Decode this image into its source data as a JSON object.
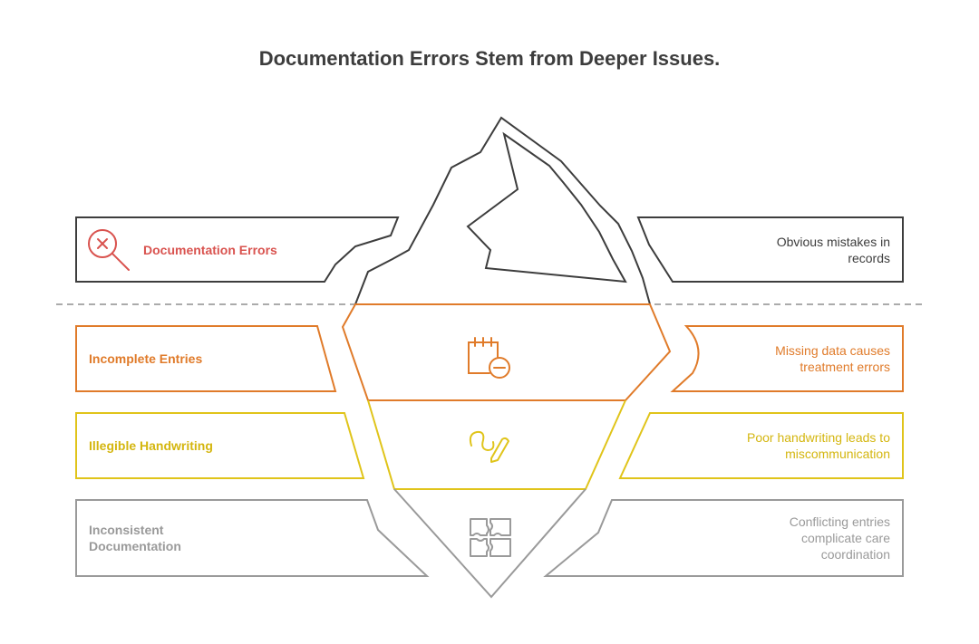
{
  "title": "Documentation Errors Stem from Deeper Issues.",
  "colors": {
    "top": "#3d3d3d",
    "red": "#d9534f",
    "orange": "#e07b2a",
    "yellow": "#e0c41a",
    "gray": "#9a9a9a",
    "divider": "#8f8f8f",
    "text_dark": "#3d3d3d"
  },
  "levels": [
    {
      "id": "surface",
      "label": "Documentation Errors",
      "description": "Obvious mistakes in records",
      "icon": "magnifier-x-icon"
    },
    {
      "id": "incomplete",
      "label": "Incomplete Entries",
      "description": "Missing data causes treatment errors",
      "icon": "calendar-minus-icon"
    },
    {
      "id": "illegible",
      "label": "Illegible Handwriting",
      "description": "Poor handwriting leads to miscommunication",
      "icon": "pen-scribble-icon"
    },
    {
      "id": "inconsistent",
      "label": "Inconsistent Documentation",
      "description": "Conflicting entries complicate care coordination",
      "icon": "puzzle-icon"
    }
  ]
}
